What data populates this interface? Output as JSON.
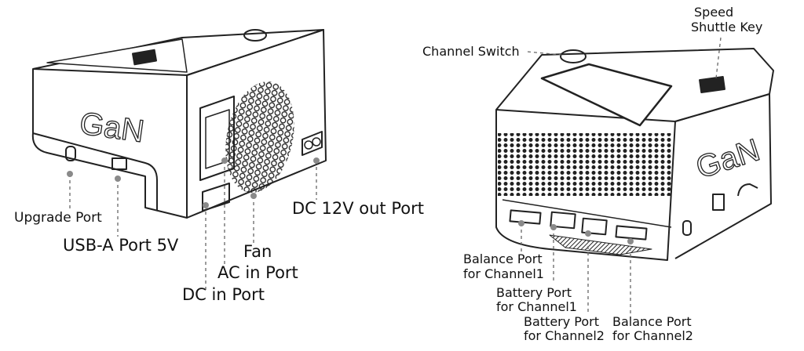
{
  "left_device": {
    "brand": "GaN",
    "labels": {
      "upgrade_port": "Upgrade Port",
      "usb_a_port": "USB-A Port 5V",
      "fan": "Fan",
      "ac_in_port": "AC in Port",
      "dc_in_port": "DC in Port",
      "dc_out_port": "DC 12V out Port"
    }
  },
  "right_device": {
    "brand": "GaN",
    "labels": {
      "channel_switch": "Channel Switch",
      "speed_shuttle_key_line1": "Speed",
      "speed_shuttle_key_line2": "Shuttle Key",
      "balance_port_ch1_line1": "Balance Port",
      "balance_port_ch1_line2": "for Channel1",
      "battery_port_ch1_line1": "Battery Port",
      "battery_port_ch1_line2": "for Channel1",
      "battery_port_ch2_line1": "Battery Port",
      "battery_port_ch2_line2": "for Channel2",
      "balance_port_ch2_line1": "Balance Port",
      "balance_port_ch2_line2": "for Channel2"
    }
  },
  "colors": {
    "line": "#222222",
    "callout_dot": "#8a8a8a"
  }
}
